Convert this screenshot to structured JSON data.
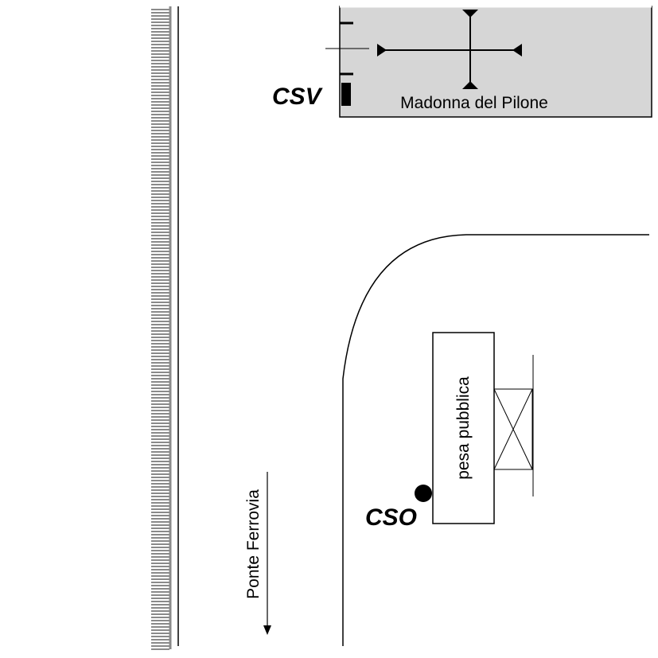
{
  "labels": {
    "building_name": "Madonna del Pilone",
    "weighbridge": "pesa pubblica",
    "bridge_direction": "Ponte Ferrovia",
    "csv_code": "CSV",
    "cso_code": "CSO"
  },
  "colors": {
    "building_fill": "#d6d6d6",
    "railway_ties": "#8a8a8a",
    "ink": "#000000",
    "background": "#ffffff"
  },
  "icons": {
    "csv_marker": "black-rectangle-marker",
    "cso_marker": "black-dot-marker",
    "direction": "down-arrow-icon"
  }
}
